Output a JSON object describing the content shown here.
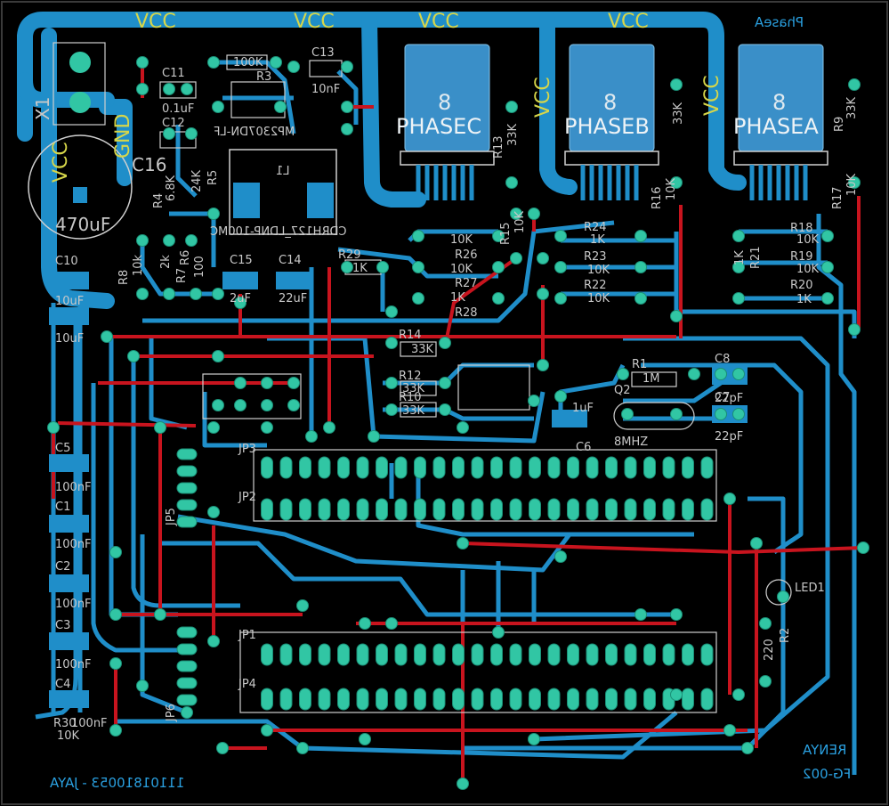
{
  "colors": {
    "background": "#000000",
    "trace": "#1f8ec9",
    "red_trace": "#c8141e",
    "pad": "#31c6a4",
    "pad_ring": "#27b08f",
    "silkscreen": "#c8c8c8",
    "vcc_text": "#d6d64a",
    "heatsink": "#3a8fc8"
  },
  "labels": {
    "vcc_1": "VCC",
    "vcc_2": "VCC",
    "vcc_3": "VCC",
    "vcc_4": "VCC",
    "vcc_5": "VCC",
    "vcc_6": "VCC",
    "vcc_7": "VCC",
    "gnd": "GND",
    "phasea_top": "PhaseA",
    "phasec": "PHASEC",
    "phaseb": "PHASEB",
    "phasea": "PHASEA",
    "eight_c": "8",
    "eight_b": "8",
    "eight_a": "8",
    "x1": "X1",
    "c16": "C16",
    "cap_470": "470uF",
    "c11": "C11",
    "c11_val": "0.1uF",
    "c12": "C12",
    "c13": "C13",
    "c13_val": "10nF",
    "r3_val": "100K",
    "r3": "R3",
    "mp_chip": "MP2307DN-LF",
    "l1": "L1",
    "l1_part": "CDRH127_LDNP-100MC",
    "r4": "R4",
    "r4_val": "6.8K",
    "r5": "R5",
    "r5_val": "24K",
    "r6": "R6",
    "r7": "R7",
    "r7_val": "2k",
    "r6_val": "100",
    "r8": "R8",
    "r8_val": "10k",
    "c10": "C10",
    "c10_val": "10uF",
    "c9_val": "10uF",
    "c15": "C15",
    "c14": "C14",
    "c14_val": "22uF",
    "c15_val": "2uF",
    "r29": "R29",
    "r29_val": "1K",
    "r13": "R13",
    "r13_val": "33K",
    "r15": "R15",
    "r15_val": "10K",
    "r16": "R16",
    "r16_val": "10K",
    "r17": "R17",
    "r17_val": "10K",
    "r9": "R9",
    "r9_val": "33K",
    "r11_val": "33K",
    "r24": "R24",
    "r24_val": "1K",
    "r23": "R23",
    "r23_val": "10K",
    "r22": "R22",
    "r22_val": "10K",
    "r25_val": "10K",
    "r26": "R26",
    "r26_val": "10K",
    "r27": "R27",
    "r27_val": "1K",
    "r28": "R28",
    "r18": "R18",
    "r18_val": "10K",
    "r19": "R19",
    "r19_val": "10K",
    "r20": "R20",
    "r20_val": "1K",
    "r21": "R21",
    "r21_val": "1K",
    "r14": "R14",
    "r14_val": "33K",
    "r12": "R12",
    "r12_val": "33K",
    "r10": "R10",
    "r10_val": "33K",
    "r1": "R1",
    "r1_val": "1M",
    "q2": "Q2",
    "q2_val": "8MHZ",
    "c8": "C8",
    "c7": "C7",
    "c8_val": "22pF",
    "c7_val": "22pF",
    "c6": "C6",
    "c6_val": "1uF",
    "jp3": "JP3",
    "jp2": "JP2",
    "jp5": "JP5",
    "jp1": "JP1",
    "jp4": "JP4",
    "jp6": "JP6",
    "c5": "C5",
    "c5_val": "100nF",
    "c1": "C1",
    "c1_val": "100nF",
    "c2": "C2",
    "c2_val": "100nF",
    "c3": "C3",
    "c3_val": "100nF",
    "c4": "C4",
    "c4_val": "100nF",
    "r30": "R30",
    "r30_val": "10K",
    "led1": "LED1",
    "r2": "R2",
    "r2_val": "220",
    "student": "11101810053 - JAYA",
    "renya": "RENYA",
    "fg": "FG-002"
  }
}
